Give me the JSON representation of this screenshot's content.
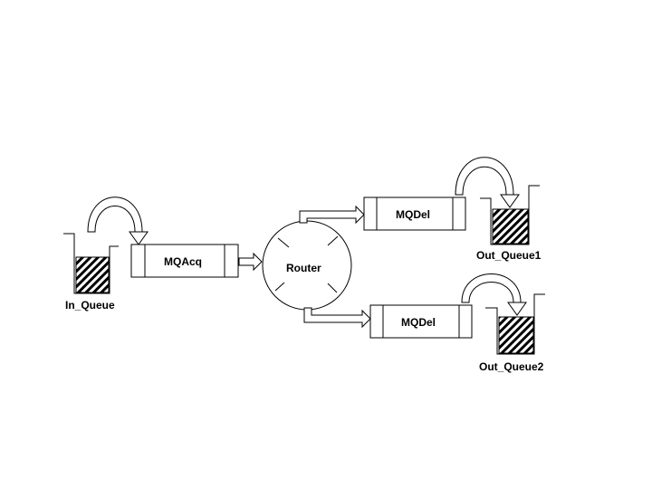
{
  "labels": {
    "in_queue": "In_Queue",
    "mqacq": "MQAcq",
    "router": "Router",
    "mqdel_top": "MQDel",
    "mqdel_bottom": "MQDel",
    "out_queue1": "Out_Queue1",
    "out_queue2": "Out_Queue2"
  },
  "colors": {
    "stroke": "#000000",
    "background": "#ffffff"
  }
}
